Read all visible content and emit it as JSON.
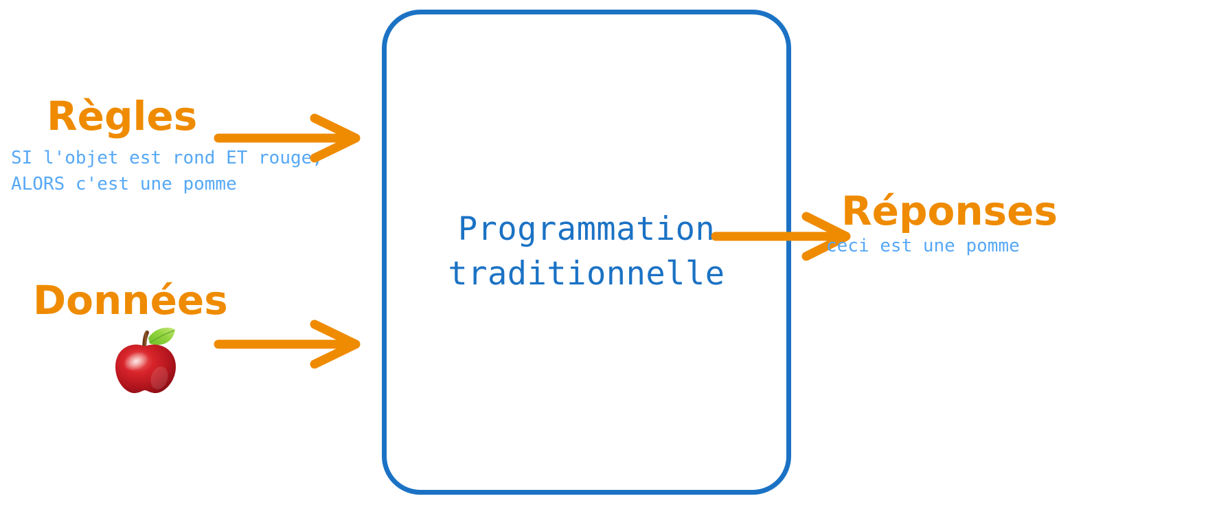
{
  "diagram": {
    "title": "Programmation traditionnelle",
    "colors": {
      "accent_orange": "#EF8B00",
      "box_blue": "#1B72C4",
      "caption_blue": "#56A8F5",
      "background": "#FFFFFF"
    }
  },
  "center": {
    "label": "Programmation\ntraditionnelle"
  },
  "inputs": [
    {
      "heading": "Règles",
      "caption": "SI l'objet est rond ET rouge,\nALORS c'est une pomme",
      "arrow": "arrow-right"
    },
    {
      "heading": "Données",
      "caption": "",
      "icon": "apple-icon",
      "arrow": "arrow-right"
    }
  ],
  "outputs": [
    {
      "heading": "Réponses",
      "caption": "ceci est une pomme",
      "arrow": "arrow-right"
    }
  ]
}
